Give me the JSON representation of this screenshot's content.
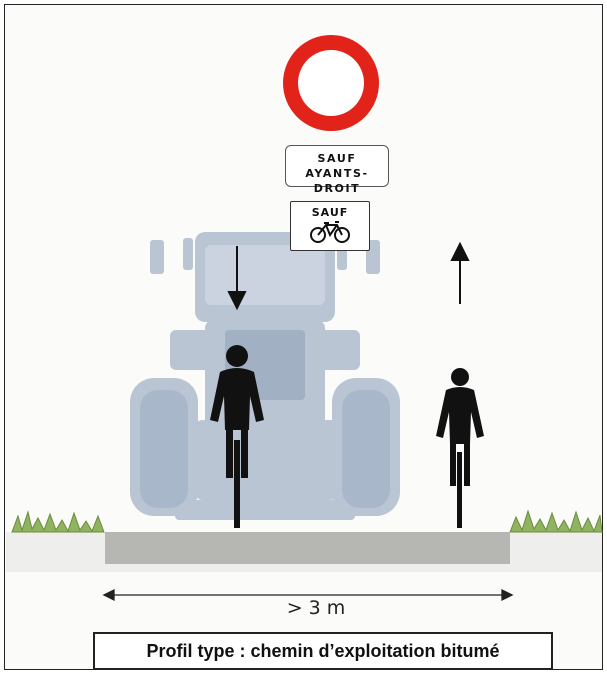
{
  "signs": {
    "panel_1": {
      "line_1": "SAUF",
      "line_2": "AYANTS-DROIT"
    },
    "panel_2": {
      "line_1": "SAUF",
      "icon": "bicycle-icon"
    },
    "prohibition_icon": "no-entry-roundel-icon"
  },
  "dimension": {
    "label": "> 3 m"
  },
  "caption": "Profil type : chemin d’exploitation bitumé",
  "colors": {
    "road": "#b6b6b2",
    "tractor": "#b7c3d3",
    "sign_red": "#e2231a",
    "grass": "#8fb35f",
    "silhouette": "#111111"
  }
}
